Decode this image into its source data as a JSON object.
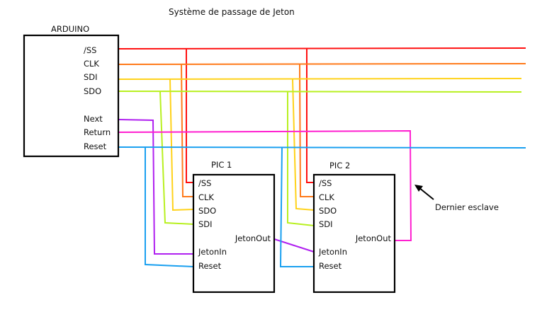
{
  "title": "Système de passage de Jeton",
  "colors": {
    "ss": "#ff1010",
    "clk": "#ff7a1a",
    "sdi": "#ffd21a",
    "sdo": "#b8f020",
    "next": "#b020f0",
    "return": "#ff20d0",
    "reset": "#1aa0f0",
    "jeton_link": "#b020f0",
    "box": "#000000",
    "text": "#111111"
  },
  "arduino": {
    "label": "ARDUINO",
    "pins": [
      "/SS",
      "CLK",
      "SDI",
      "SDO",
      "Next",
      "Return",
      "Reset"
    ]
  },
  "pics": [
    {
      "label": "PIC 1",
      "pins_left": [
        "/SS",
        "CLK",
        "SDO",
        "SDI",
        "JetonIn",
        "Reset"
      ],
      "pin_right": "JetonOut"
    },
    {
      "label": "PIC 2",
      "pins_left": [
        "/SS",
        "CLK",
        "SDO",
        "SDI",
        "JetonIn",
        "Reset"
      ],
      "pin_right": "JetonOut"
    }
  ],
  "annotation": {
    "text": "Dernier esclave",
    "icon": "arrow-icon"
  },
  "connections": [
    {
      "from": "ARDUINO./SS",
      "to": [
        "PIC 1./SS",
        "PIC 2./SS"
      ],
      "color_key": "ss"
    },
    {
      "from": "ARDUINO.CLK",
      "to": [
        "PIC 1.CLK",
        "PIC 2.CLK"
      ],
      "color_key": "clk"
    },
    {
      "from": "ARDUINO.SDI",
      "to": [
        "PIC 1.SDO",
        "PIC 2.SDO"
      ],
      "color_key": "sdi"
    },
    {
      "from": "ARDUINO.SDO",
      "to": [
        "PIC 1.SDI",
        "PIC 2.SDI"
      ],
      "color_key": "sdo"
    },
    {
      "from": "ARDUINO.Next",
      "to": [
        "PIC 1.JetonIn"
      ],
      "color_key": "next"
    },
    {
      "from": "PIC 1.JetonOut",
      "to": [
        "PIC 2.JetonIn"
      ],
      "color_key": "jeton_link"
    },
    {
      "from": "PIC 2.JetonOut",
      "to": [
        "ARDUINO.Return"
      ],
      "color_key": "return"
    },
    {
      "from": "ARDUINO.Reset",
      "to": [
        "PIC 1.Reset",
        "PIC 2.Reset"
      ],
      "color_key": "reset"
    }
  ]
}
